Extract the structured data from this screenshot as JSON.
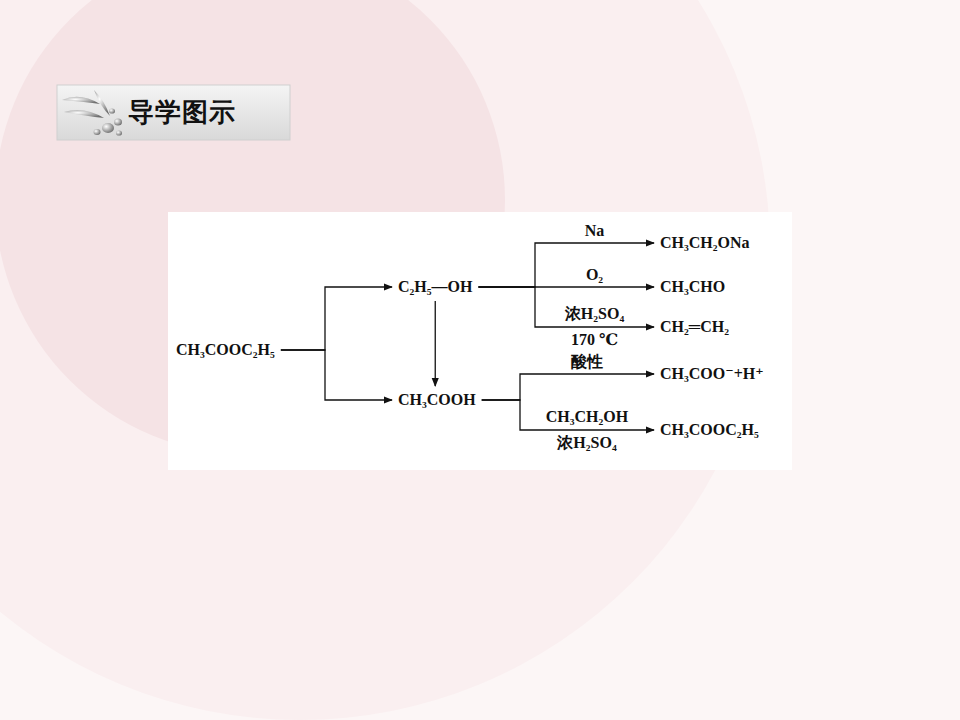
{
  "diagram": {
    "title": "导学图示",
    "nodes": [
      {
        "text": [
          "CH₃COOC₂H₅"
        ]
      },
      {
        "text": [
          "C₂H₅—OH"
        ]
      },
      {
        "text": [
          "CH₃COOH"
        ]
      },
      {
        "text": [
          "CH₃CH₂ONa"
        ]
      },
      {
        "text": [
          "CH₃CHO"
        ]
      },
      {
        "text": [
          "CH₂═CH₂"
        ]
      },
      {
        "text": [
          "CH₃COO⁻+H⁺"
        ]
      },
      {
        "text": [
          "CH₃COOC₂H₅"
        ]
      }
    ],
    "edges": [
      {
        "from": 0,
        "to": 1,
        "arrow": "to"
      },
      {
        "from": 0,
        "to": 2,
        "arrow": "to"
      },
      {
        "from": 1,
        "to": 2,
        "arrow": "to"
      },
      {
        "from": 1,
        "to": 3,
        "label": "Na",
        "arrow": "to"
      },
      {
        "from": 1,
        "to": 4,
        "label": "O₂",
        "arrow": "to"
      },
      {
        "from": 1,
        "to": 5,
        "label": "浓H₂SO₄ 170 ℃",
        "arrow": "to"
      },
      {
        "from": 2,
        "to": 6,
        "label": "酸性",
        "arrow": "to"
      },
      {
        "from": 2,
        "to": 7,
        "label": "CH₃CH₂OH 浓H₂SO₄",
        "arrow": "to"
      }
    ]
  }
}
